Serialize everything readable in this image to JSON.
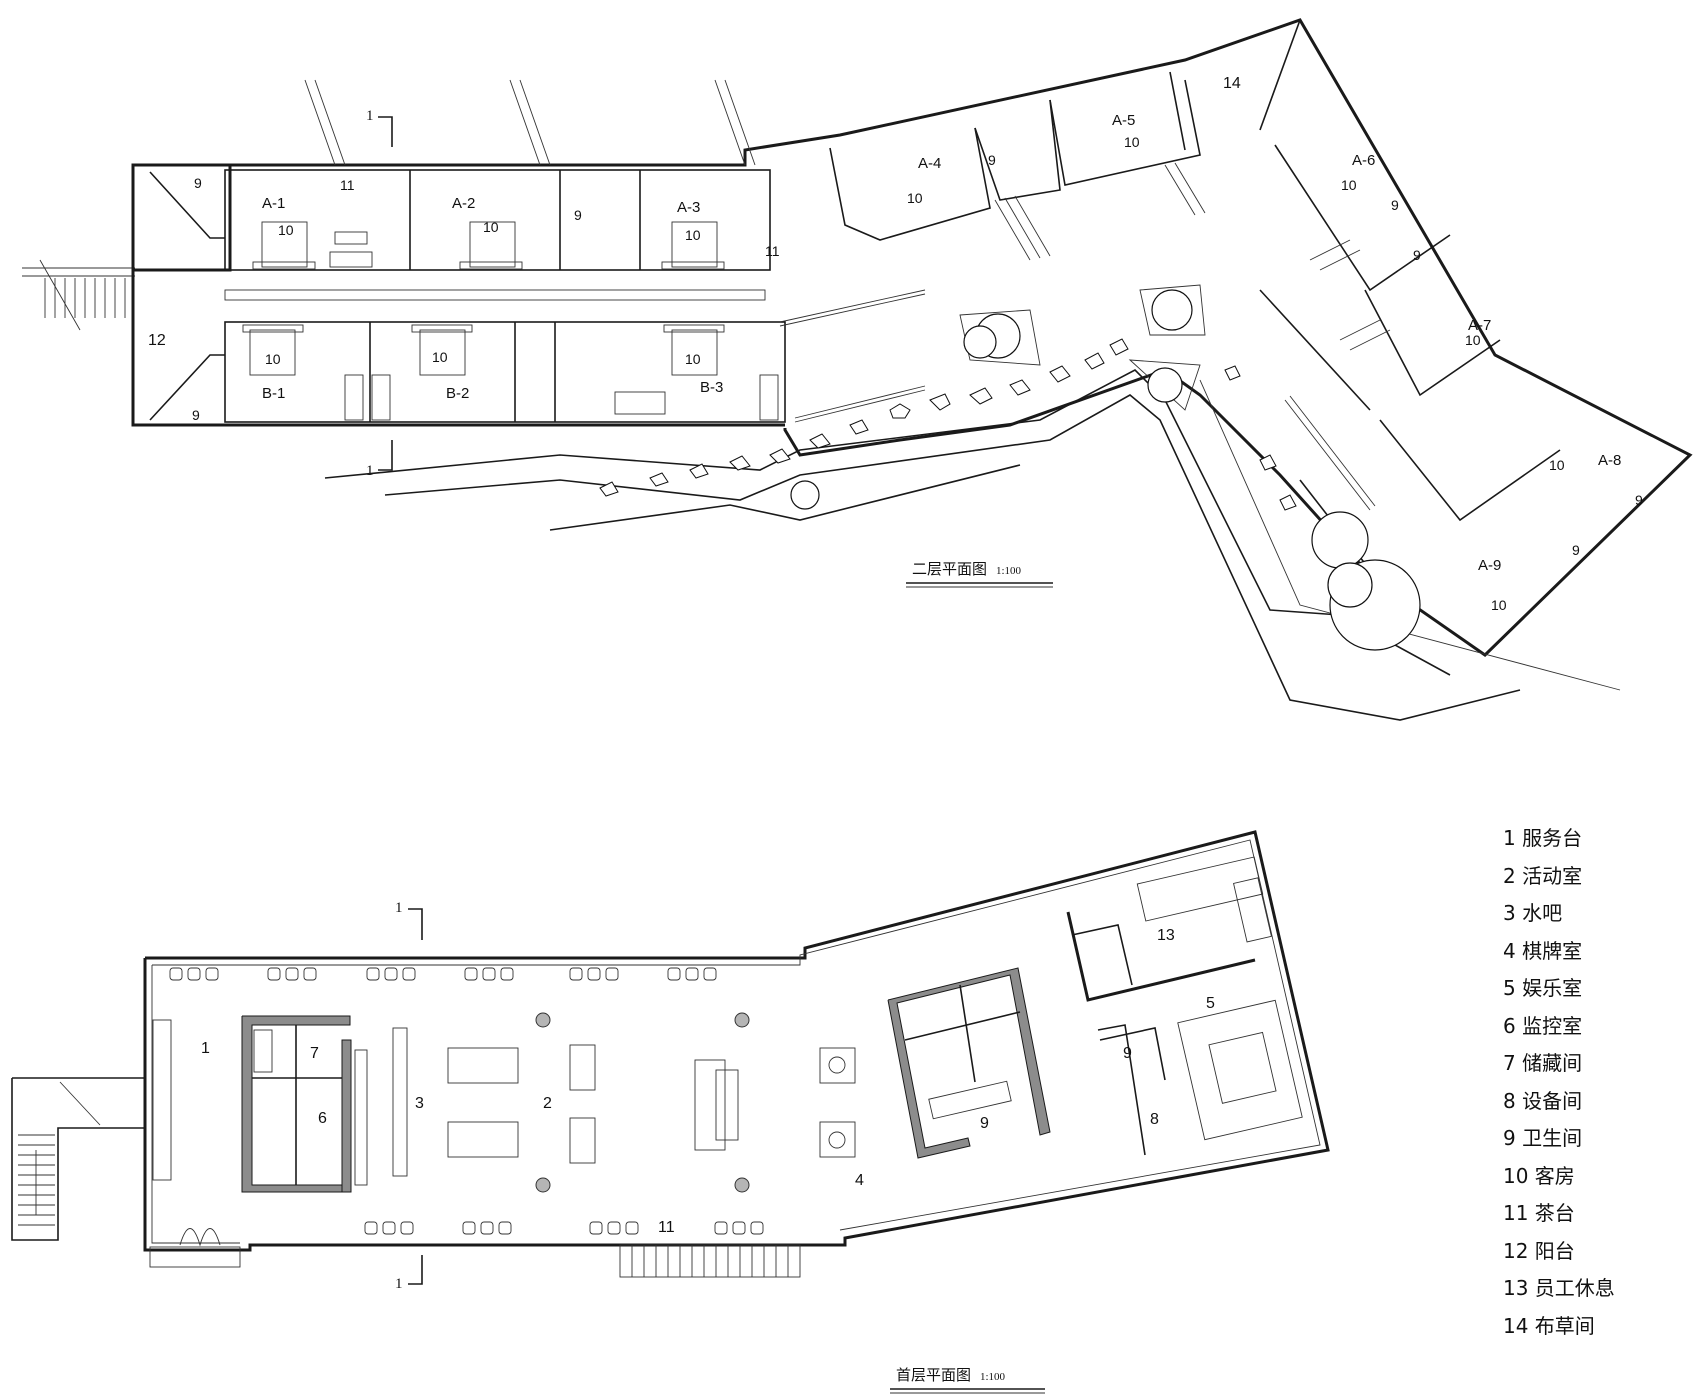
{
  "upper_plan": {
    "title": "二层平面图",
    "scale": "1:100",
    "section_mark": "1",
    "rooms": [
      "A-1",
      "A-2",
      "A-3",
      "A-4",
      "A-5",
      "A-6",
      "A-7",
      "A-8",
      "A-9",
      "B-1",
      "B-2",
      "B-3"
    ]
  },
  "ground_plan": {
    "title": "首层平面图",
    "scale": "1:100",
    "section_mark": "1"
  },
  "legend": [
    "1 服务台",
    "2 活动室",
    "3 水吧",
    "4 棋牌室",
    "5 娱乐室",
    "6 监控室",
    "7 储藏间",
    "8 设备间",
    "9 卫生间",
    "10 客房",
    "11 茶台",
    "12 阳台",
    "13 员工休息",
    "14 布草间"
  ],
  "room_numbers": [
    "1",
    "2",
    "3",
    "4",
    "5",
    "6",
    "7",
    "8",
    "9",
    "10",
    "11",
    "12",
    "13",
    "14"
  ]
}
